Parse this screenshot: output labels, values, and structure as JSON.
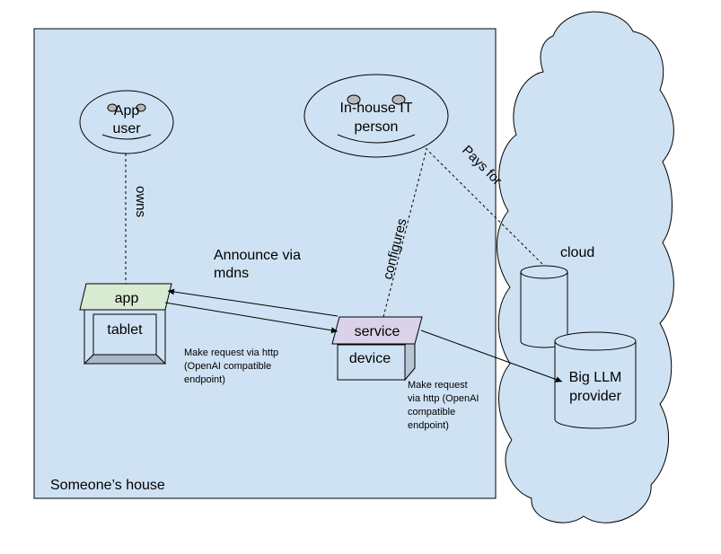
{
  "house": {
    "label": "Someone’s house"
  },
  "app_user": {
    "line1": "App",
    "line2": "user"
  },
  "it_person": {
    "line1": "In-house IT",
    "line2": "person"
  },
  "tablet": {
    "top_label": "app",
    "body_label": "tablet"
  },
  "device": {
    "top_label": "service",
    "body_label": "device"
  },
  "cloud": {
    "label": "cloud"
  },
  "llm": {
    "line1": "Big LLM",
    "line2": "provider"
  },
  "edges": {
    "owns": "owns",
    "configures": "configures",
    "pays_for": "Pays for",
    "announce_line1": "Announce via",
    "announce_line2": "mdns",
    "request_tablet": [
      "Make request via http",
      "(OpenAI compatible",
      "endpoint)"
    ],
    "request_device": [
      "Make request",
      "via http (OpenAI",
      "compatible",
      "endpoint)"
    ]
  },
  "colors": {
    "house_fill": "#cfe2f3",
    "app_header_fill": "#d9ead3",
    "service_header_fill": "#d9d2e9",
    "outline": "#000000"
  }
}
